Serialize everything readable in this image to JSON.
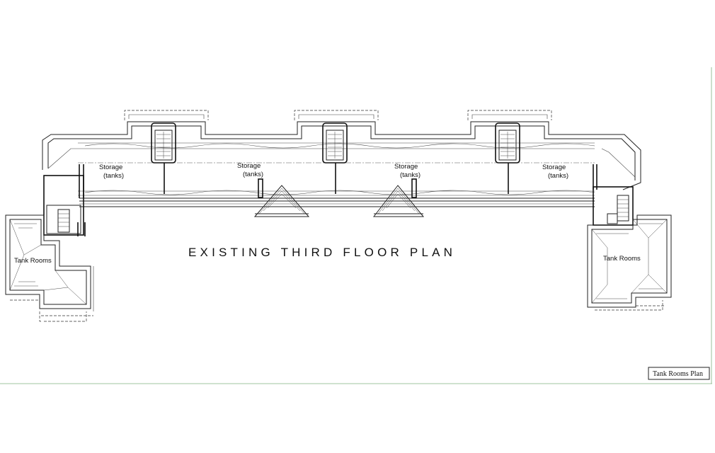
{
  "drawing": {
    "title": "EXISTING THIRD FLOOR PLAN",
    "plan_title": "Tank Rooms Plan",
    "labels": {
      "storage_1": [
        "Storage",
        "(tanks)"
      ],
      "storage_2": [
        "Storage",
        "(tanks)"
      ],
      "storage_3": [
        "Storage",
        "(tanks)"
      ],
      "storage_4": [
        "Storage",
        "(tanks)"
      ],
      "tank_rooms_left": "Tank Rooms",
      "tank_rooms_right": "Tank Rooms"
    }
  }
}
